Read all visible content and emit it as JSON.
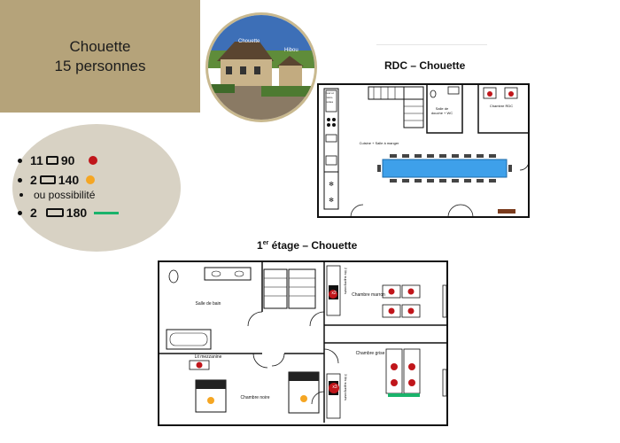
{
  "header": {
    "line1": "Chouette",
    "line2": "15 personnes"
  },
  "photo": {
    "label_left": "Chouette",
    "label_right": "Hibou"
  },
  "legend": {
    "row1": {
      "count": "11",
      "size": "90",
      "dot_color": "#c0161b"
    },
    "row2": {
      "count": "2",
      "size": "140",
      "dot_color": "#f5a623"
    },
    "or_text": "ou possibilité",
    "row3": {
      "count": "2",
      "size": "180",
      "line_color": "#19b36b"
    }
  },
  "rdc": {
    "title": "RDC – Chouette",
    "kitchen_label": "Cuisine + Salle à manger",
    "bath_label": "Salle de douche + WC",
    "room_label": "Chambre RDC",
    "fridge_label": "Four et micro-ondes"
  },
  "etage": {
    "title_sup": "er",
    "title_pre": "1",
    "title_post": " étage – Chouette",
    "bath_label": "Salle de bain",
    "marron_label": "Chambre marron",
    "grise_label": "Chambre grise",
    "noire_label": "Chambre noire",
    "mezz_label": "Lit mezzanine",
    "bunks2_label": "2 lits superposés",
    "bunks3_label": "3 lits superposés",
    "x2_badge": "x2",
    "x3_badge": "x3"
  }
}
